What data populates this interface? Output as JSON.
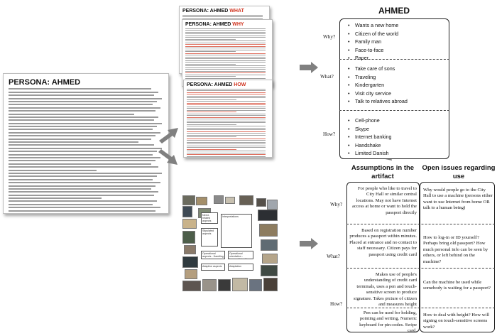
{
  "persona_doc": {
    "title": "PERSONA: AHMED",
    "body_lines": 46
  },
  "mini_docs": [
    {
      "prefix": "PERSONA: AHMED ",
      "accent": "WHAT"
    },
    {
      "prefix": "PERSONA: AHMED ",
      "accent": "WHY"
    },
    {
      "prefix": "PERSONA: AHMED ",
      "accent": "HOW"
    }
  ],
  "flowchart": {
    "labels": [
      "Need-related aspects",
      "Interpretations",
      "Stipulated aspects",
      "Operational aspects - Handling aspects",
      "Operational orientation - Learned Handling",
      "Adaptive aspects",
      "Adaptation"
    ]
  },
  "persona_summary": {
    "title": "AHMED",
    "rows": [
      {
        "label": "Why?",
        "items": [
          "Wants a new home",
          "Citizen of the world",
          "Family man",
          "Face-to-face",
          "Paper"
        ]
      },
      {
        "label": "What?",
        "items": [
          "Take care of sons",
          "Traveling",
          "Kindergarten",
          "Visit city service",
          "Talk to relatives abroad"
        ]
      },
      {
        "label": "How?",
        "items": [
          "Cell-phone",
          "Skype",
          "Internet banking",
          "Handshake",
          "Limited Danish"
        ]
      }
    ]
  },
  "assumptions_table": {
    "col1_heading": "Assumptions in the artifact",
    "col2_heading": "Open issues regarding use",
    "rows": [
      {
        "label": "Why?",
        "assumption": "For people who like to travel to City Hall or similar central locations. May not have Internet access at home or want to hold the passport directly",
        "issue": "Why would people go to the City Hall to use a machine (persons either want to use Internet from home OR talk to a human being)"
      },
      {
        "label": "What?",
        "assumption": "Based on registration number produces a passport within minutes. Placed at entrance and no contact to staff necessary. Citizen pays for passport using credit card",
        "issue": "How to log-in or ID yourself? Perhaps bring old passport? How much personal info can be seen by others, or left behind on the machine?"
      },
      {
        "label": "How?",
        "assumption": "Makes use of people's understanding of credit card terminals, uses a pen and touch-sensitive screen to produce signature. Takes picture of citizen and measures height",
        "issue": "Can the machine be used while somebody is waiting for a passport?"
      },
      {
        "label": "",
        "assumption": "Pen can be used for holding, pointing and writing. Numeric keyboard for pin-codes. Swipe card.",
        "issue": "How to deal with height? How will signing on touch-sensitive screens work?"
      }
    ]
  },
  "colors": {
    "accent_red": "#d0331f",
    "arrow_fill": "#808080",
    "border": "#222222"
  }
}
